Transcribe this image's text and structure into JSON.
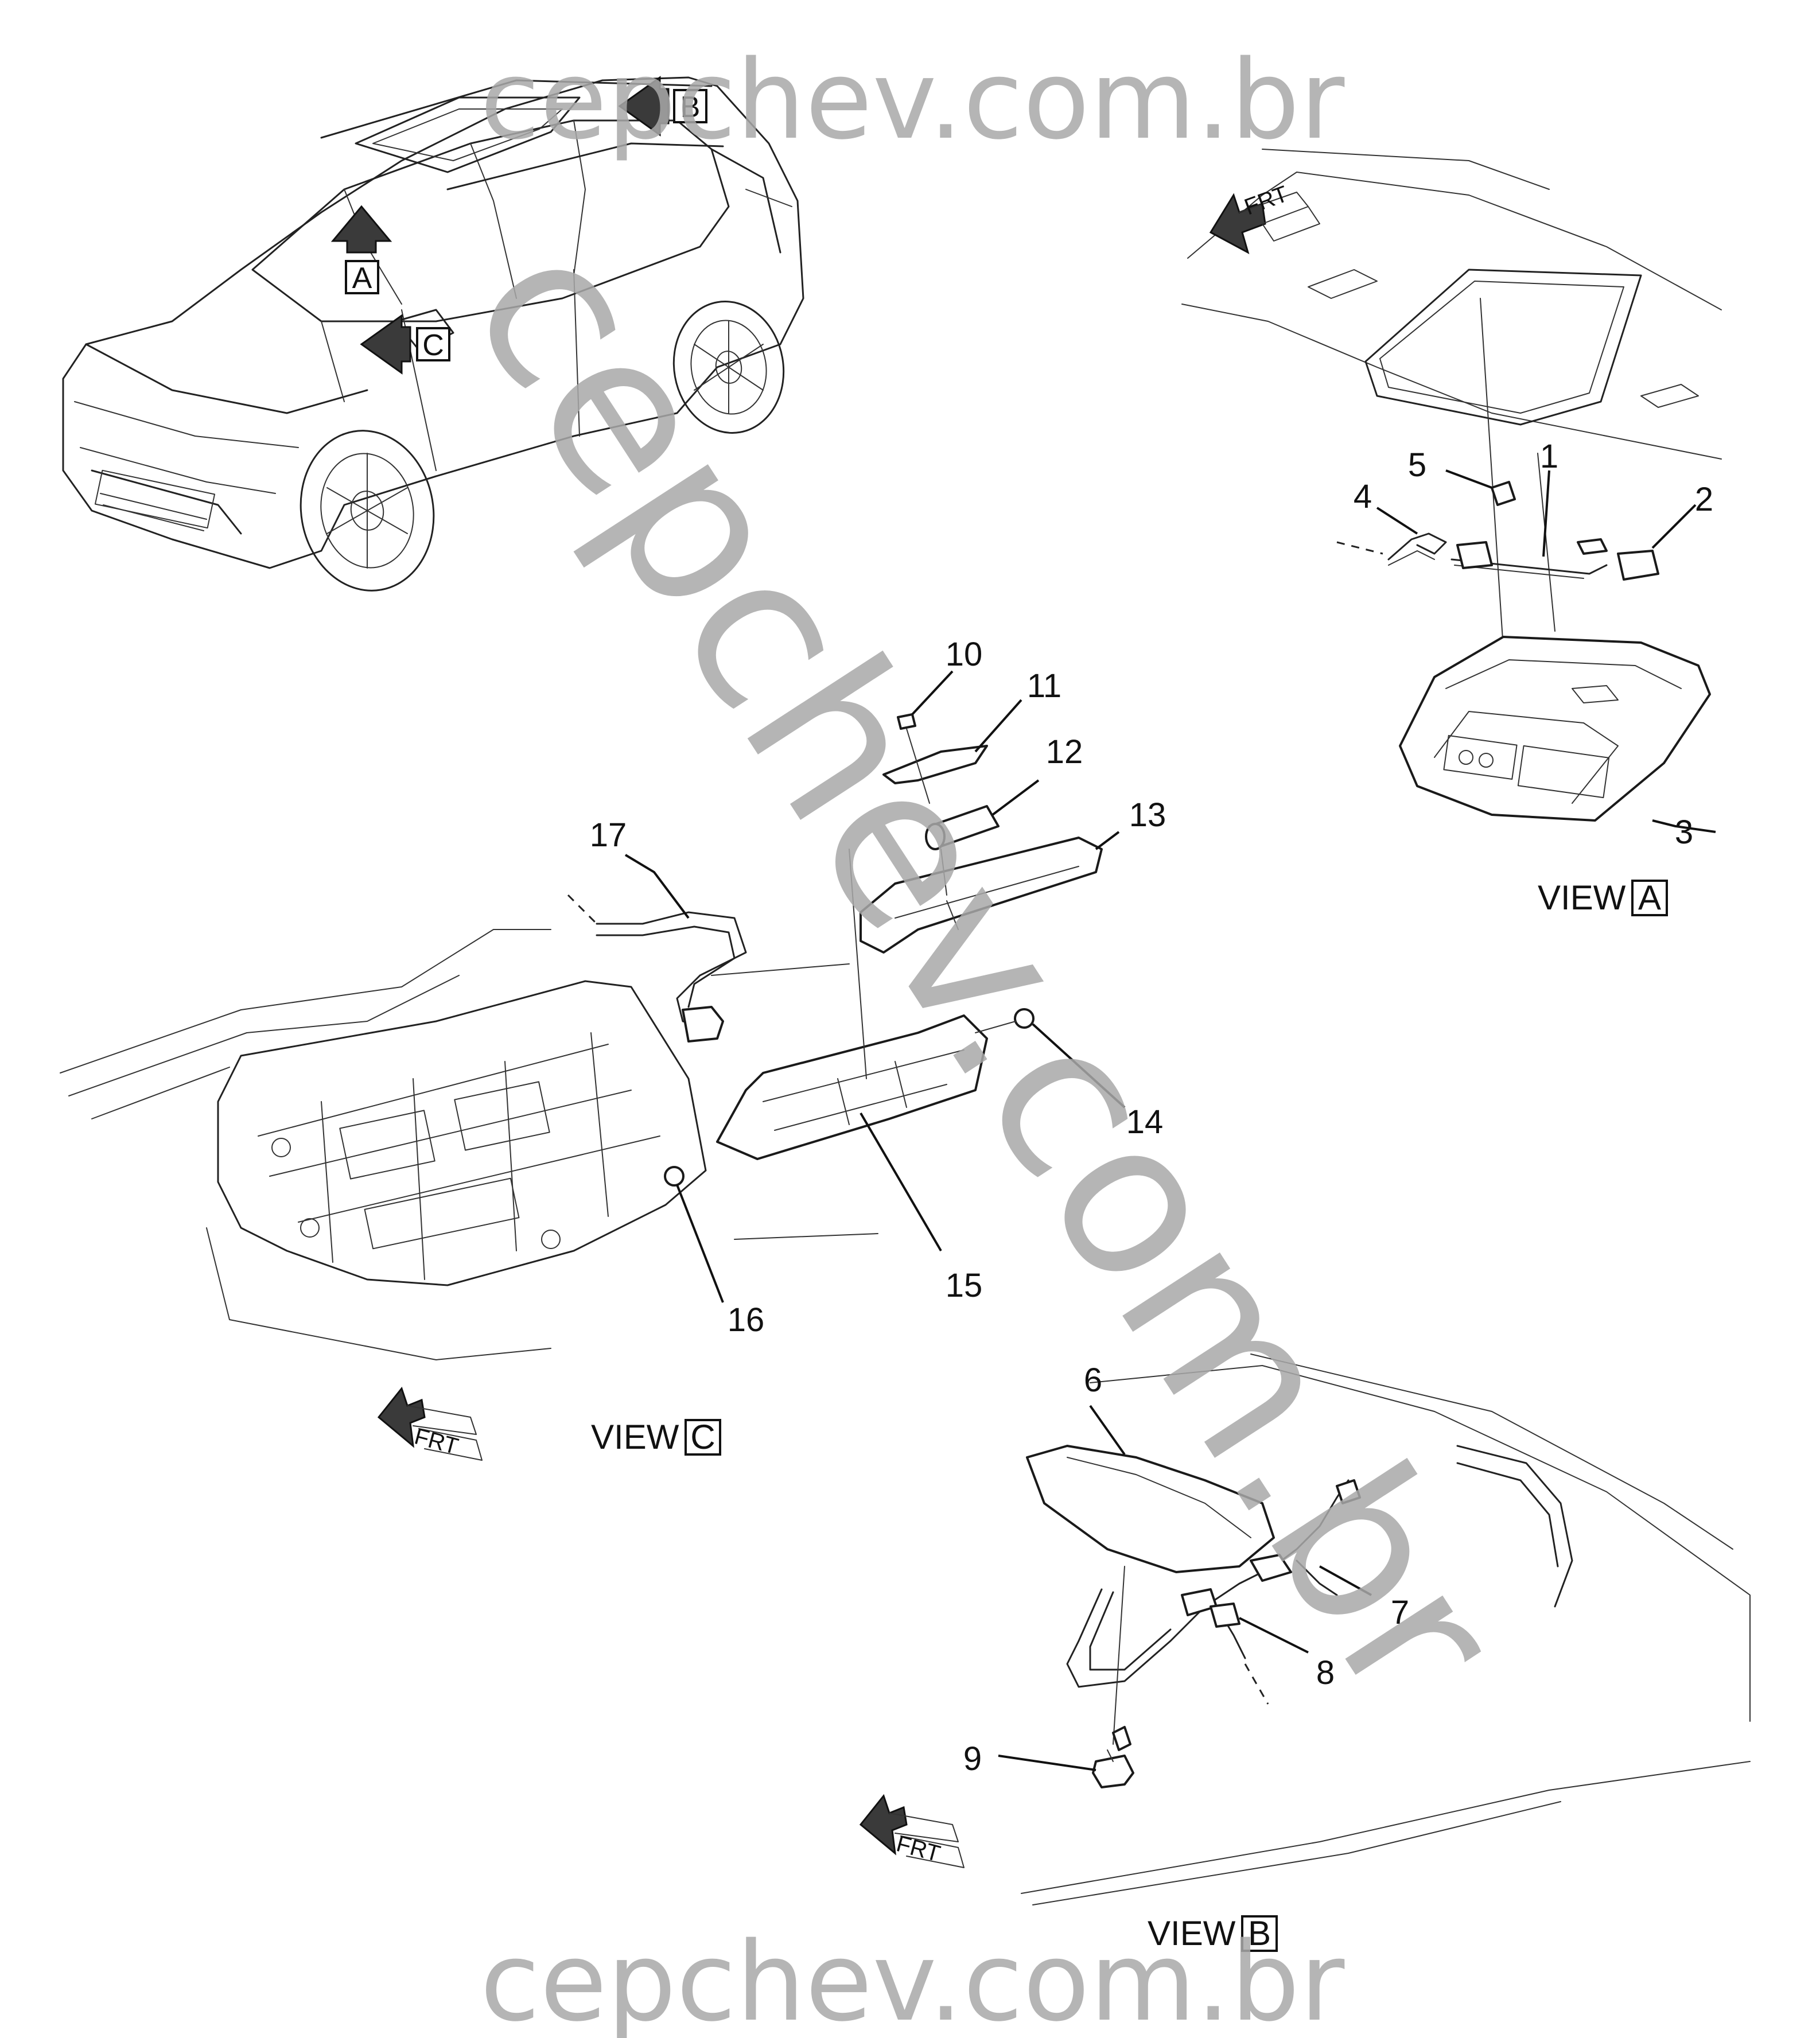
{
  "watermark": {
    "top": "cepchev.com.br",
    "bottom": "cepchev.com.br",
    "diagonal": "cepchev.com.br"
  },
  "view_markers": {
    "a": "A",
    "b": "B",
    "c": "C"
  },
  "views": {
    "a": {
      "word": "VIEW",
      "letter": "A"
    },
    "b": {
      "word": "VIEW",
      "letter": "B"
    },
    "c": {
      "word": "VIEW",
      "letter": "C"
    }
  },
  "direction_label": "FRT",
  "callouts": [
    "1",
    "2",
    "3",
    "4",
    "5",
    "6",
    "7",
    "8",
    "9",
    "10",
    "11",
    "12",
    "13",
    "14",
    "15",
    "16",
    "17"
  ]
}
